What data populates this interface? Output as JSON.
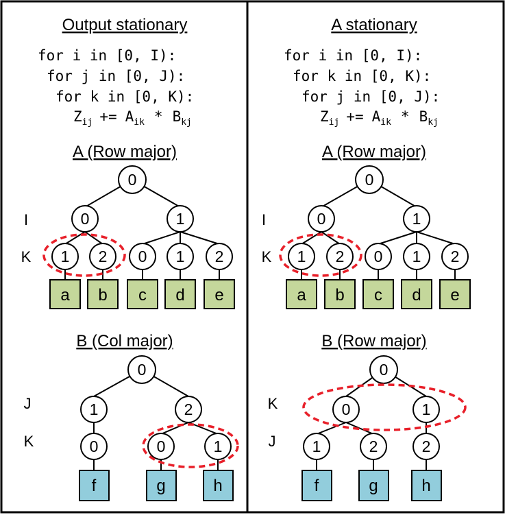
{
  "panels": [
    {
      "id": "left",
      "title": "Output stationary",
      "code": [
        {
          "indent": 0,
          "text": "for i in [0, I):"
        },
        {
          "indent": 1,
          "text": "for j in [0, J):"
        },
        {
          "indent": 2,
          "text": "for k in [0, K):"
        }
      ],
      "statement": {
        "z": "Z",
        "zsub": "ij",
        "op": "+=",
        "a": "A",
        "asub": "ik",
        "mul": "*",
        "b": "B",
        "bsub": "kj"
      },
      "treeA": {
        "title": "A (Row major)",
        "levelLabels": [
          "I",
          "K"
        ],
        "root": "0",
        "mid": [
          "0",
          "1"
        ],
        "leaves": [
          "1",
          "2",
          "0",
          "1",
          "2"
        ],
        "data": [
          "a",
          "b",
          "c",
          "d",
          "e"
        ]
      },
      "treeB": {
        "title": "B (Col major)",
        "levelLabels": [
          "J",
          "K"
        ],
        "root": "0",
        "mid": [
          "1",
          "2"
        ],
        "leaves": [
          "0",
          "0",
          "1"
        ],
        "data": [
          "f",
          "g",
          "h"
        ]
      }
    },
    {
      "id": "right",
      "title": "A stationary",
      "code": [
        {
          "indent": 0,
          "text": "for i in [0, I):"
        },
        {
          "indent": 1,
          "text": "for k in [0, K):"
        },
        {
          "indent": 2,
          "text": "for j in [0, J):"
        }
      ],
      "statement": {
        "z": "Z",
        "zsub": "ij",
        "op": "+=",
        "a": "A",
        "asub": "ik",
        "mul": "*",
        "b": "B",
        "bsub": "kj"
      },
      "treeA": {
        "title": "A (Row major)",
        "levelLabels": [
          "I",
          "K"
        ],
        "root": "0",
        "mid": [
          "0",
          "1"
        ],
        "leaves": [
          "1",
          "2",
          "0",
          "1",
          "2"
        ],
        "data": [
          "a",
          "b",
          "c",
          "d",
          "e"
        ]
      },
      "treeB": {
        "title": "B (Row major)",
        "levelLabels": [
          "K",
          "J"
        ],
        "root": "0",
        "mid": [
          "0",
          "1"
        ],
        "leaves": [
          "1",
          "2",
          "2"
        ],
        "data": [
          "f",
          "g",
          "h"
        ]
      }
    }
  ],
  "colors": {
    "treeA_leaf": "#c4d79b",
    "treeB_leaf": "#92cddc",
    "highlight": "#e8202a",
    "stroke": "#000000"
  }
}
